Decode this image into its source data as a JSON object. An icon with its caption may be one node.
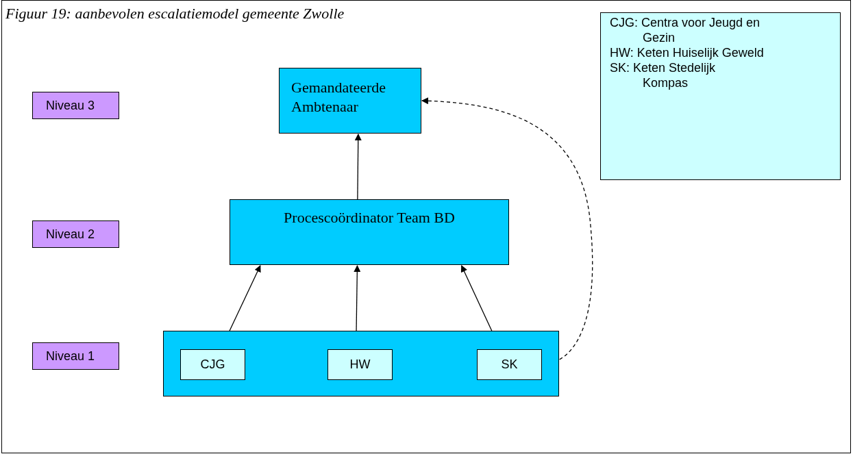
{
  "diagram": {
    "title": "Figuur 19: aanbevolen escalatiemodel gemeente Zwolle",
    "nodes": [
      {
        "text": [
          "Gemandateerde Ambtenaar"
        ]
      },
      {
        "text": [
          "CJG: Centra voor Jeugd en Gezin",
          "HW: Keten Huiselijk Geweld",
          "SK: Keten Stedelijk Kompas"
        ]
      },
      {
        "text": [
          "Niveau 3"
        ]
      },
      {
        "text": [
          "Niveau 2"
        ]
      },
      {
        "text": [
          "Procescoördinator Team BD"
        ]
      },
      {
        "text": [
          "Niveau 1"
        ]
      },
      {
        "text": [],
        "shape": "box"
      },
      {
        "text": [
          "CJG"
        ],
        "in": 6
      },
      {
        "text": [
          "HW"
        ],
        "in": 6
      },
      {
        "text": [
          "SK"
        ],
        "in": 6
      }
    ],
    "edges": [
      {
        "from": 4,
        "to": 0,
        "arrow": "to"
      },
      {
        "from": 6,
        "to": 4,
        "arrow": "to"
      },
      {
        "from": 6,
        "to": 4,
        "arrow": "to"
      },
      {
        "from": 6,
        "to": 4,
        "arrow": "to"
      },
      {
        "from": 9,
        "to": 0,
        "arrow": "to",
        "style": "dashed"
      }
    ]
  }
}
